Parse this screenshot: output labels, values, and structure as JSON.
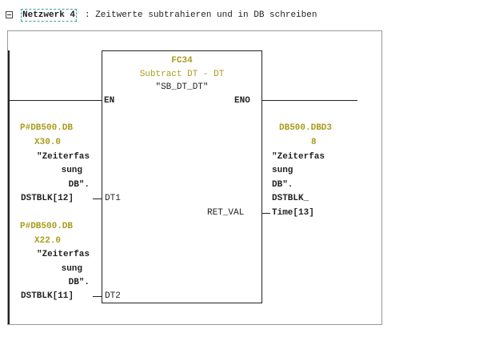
{
  "network": {
    "label": "Netzwerk 4",
    "title": ": Zeitwerte subtrahieren und in DB schreiben"
  },
  "block": {
    "number": "FC34",
    "description": "Subtract DT - DT",
    "symbol": "\"SB_DT_DT\"",
    "pins": {
      "en": "EN",
      "eno": "ENO",
      "dt1": "DT1",
      "dt2": "DT2",
      "ret_val": "RET_VAL"
    }
  },
  "dt1": {
    "address": [
      "P#DB500.DB",
      "X30.0"
    ],
    "symbol": [
      "\"Zeiterfas",
      "sung",
      "DB\".",
      "DSTBLK[12]"
    ]
  },
  "dt2": {
    "address": [
      "P#DB500.DB",
      "X22.0"
    ],
    "symbol": [
      "\"Zeiterfas",
      "sung",
      "DB\".",
      "DSTBLK[11]"
    ]
  },
  "ret": {
    "address": [
      "DB500.DBD3",
      "8"
    ],
    "symbol": [
      "\"Zeiterfas",
      "sung",
      "DB\".",
      "DSTBLK_",
      "Time[13]"
    ]
  }
}
